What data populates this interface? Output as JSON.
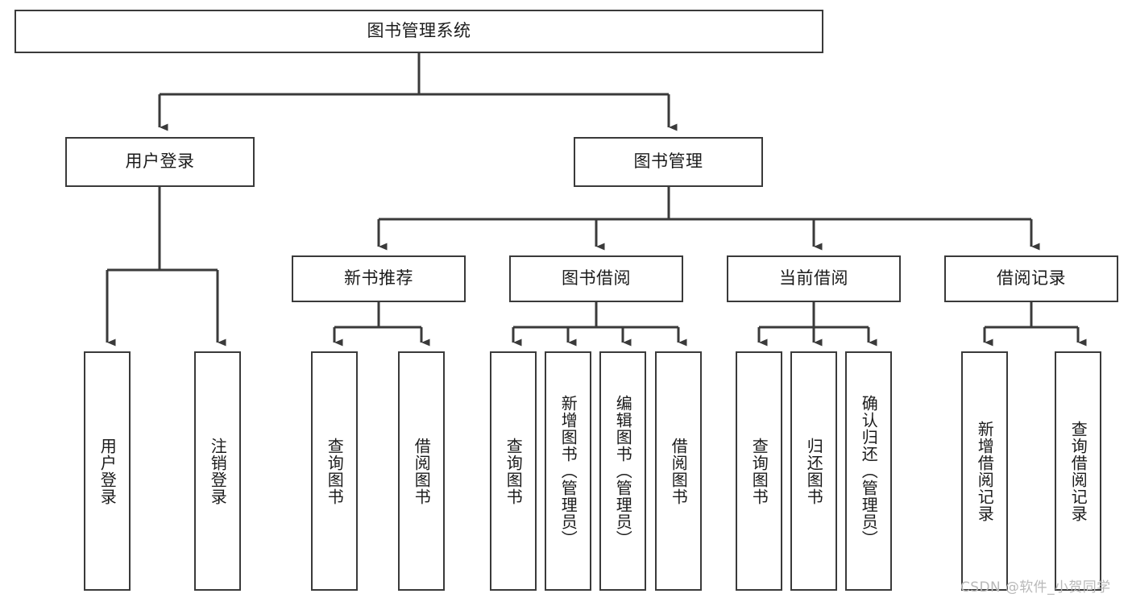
{
  "diagram": {
    "title": "图书管理系统",
    "type": "hierarchy-tree",
    "colors": {
      "background": "#ffffff",
      "box_border": "#3a3a3a",
      "box_fill": "#ffffff",
      "connector": "#3a3a3a",
      "text": "#1b1b1b",
      "watermark": "#b9b9b9"
    },
    "levels": [
      {
        "level": 1,
        "nodes": [
          {
            "id": "root",
            "label": "图书管理系统",
            "orientation": "horizontal"
          }
        ]
      },
      {
        "level": 2,
        "nodes": [
          {
            "id": "user-login",
            "label": "用户登录",
            "orientation": "horizontal",
            "parent": "root"
          },
          {
            "id": "book-mgmt",
            "label": "图书管理",
            "orientation": "horizontal",
            "parent": "root"
          }
        ]
      },
      {
        "level": 3,
        "nodes": [
          {
            "id": "new-book-rec",
            "label": "新书推荐",
            "orientation": "horizontal",
            "parent": "book-mgmt"
          },
          {
            "id": "book-borrow",
            "label": "图书借阅",
            "orientation": "horizontal",
            "parent": "book-mgmt"
          },
          {
            "id": "current-borrow",
            "label": "当前借阅",
            "orientation": "horizontal",
            "parent": "book-mgmt"
          },
          {
            "id": "borrow-record",
            "label": "借阅记录",
            "orientation": "horizontal",
            "parent": "book-mgmt"
          }
        ]
      },
      {
        "level": 4,
        "nodes": [
          {
            "id": "leaf-user-login",
            "label": "用户登录",
            "orientation": "vertical",
            "parent": "user-login"
          },
          {
            "id": "leaf-logout",
            "label": "注销登录",
            "orientation": "vertical",
            "parent": "user-login"
          },
          {
            "id": "leaf-query-book-1",
            "label": "查询图书",
            "orientation": "vertical",
            "parent": "new-book-rec"
          },
          {
            "id": "leaf-borrow-book-1",
            "label": "借阅图书",
            "orientation": "vertical",
            "parent": "new-book-rec"
          },
          {
            "id": "leaf-query-book-2",
            "label": "查询图书",
            "orientation": "vertical",
            "parent": "book-borrow"
          },
          {
            "id": "leaf-add-book",
            "label": "新增图书（管理员）",
            "orientation": "vertical",
            "parent": "book-borrow"
          },
          {
            "id": "leaf-edit-book",
            "label": "编辑图书（管理员）",
            "orientation": "vertical",
            "parent": "book-borrow"
          },
          {
            "id": "leaf-borrow-book-2",
            "label": "借阅图书",
            "orientation": "vertical",
            "parent": "book-borrow"
          },
          {
            "id": "leaf-query-book-3",
            "label": "查询图书",
            "orientation": "vertical",
            "parent": "current-borrow"
          },
          {
            "id": "leaf-return-book",
            "label": "归还图书",
            "orientation": "vertical",
            "parent": "current-borrow"
          },
          {
            "id": "leaf-confirm-return",
            "label": "确认归还（管理员）",
            "orientation": "vertical",
            "parent": "current-borrow"
          },
          {
            "id": "leaf-add-record",
            "label": "新增借阅记录",
            "orientation": "vertical",
            "parent": "borrow-record"
          },
          {
            "id": "leaf-query-record",
            "label": "查询借阅记录",
            "orientation": "vertical",
            "parent": "borrow-record"
          }
        ]
      }
    ]
  },
  "watermark": {
    "text": "CSDN @软件_小贺同学"
  }
}
